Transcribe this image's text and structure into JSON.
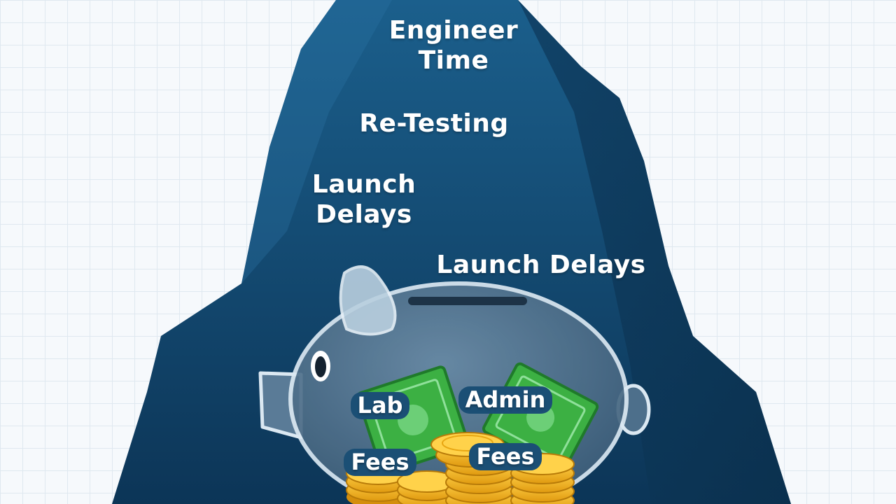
{
  "labels": {
    "engineer_time": "Engineer\nTime",
    "re_testing": "Re-Testing",
    "launch_delays_left": "Launch\nDelays",
    "launch_delays_right": "Launch Delays"
  },
  "pills": {
    "lab_fees_line1": "Lab",
    "lab_fees_line2": "Fees",
    "admin_fees_line1": "Admin",
    "admin_fees_line2": "Fees"
  },
  "colors": {
    "background": "#f6f9fc",
    "grid": "#dfe8f0",
    "iceberg_dark": "#0f3d60",
    "iceberg_mid": "#1a5a85",
    "iceberg_light": "#2a73a3",
    "piggy_body": "#5f7f99",
    "piggy_outline": "#dbe8f2",
    "money_green": "#3cb043",
    "coin_gold": "#f4b81c"
  },
  "icons": [
    "iceberg-illustration",
    "piggy-bank-icon",
    "banknote-icon",
    "coin-stack-icon"
  ]
}
